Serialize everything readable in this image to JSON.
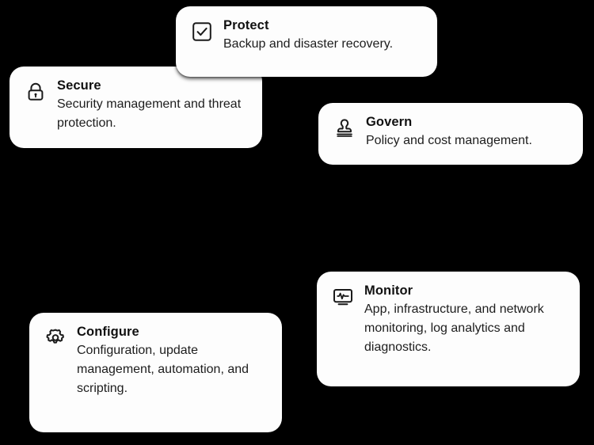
{
  "canvas": {
    "background_color": "#000000",
    "card_background_color": "#fdfdfd",
    "text_color": "#111111",
    "icon_color": "#1b1b1b"
  },
  "cards": [
    {
      "id": "protect",
      "title": "Protect",
      "description": "Backup and disaster recovery.",
      "icon": "checkbox-checked-icon"
    },
    {
      "id": "secure",
      "title": "Secure",
      "description": "Security management and threat protection.",
      "icon": "lock-icon"
    },
    {
      "id": "govern",
      "title": "Govern",
      "description": "Policy and cost management.",
      "icon": "stamp-icon"
    },
    {
      "id": "monitor",
      "title": "Monitor",
      "description": "App, infrastructure, and network monitoring, log analytics and diagnostics.",
      "icon": "monitor-pulse-icon"
    },
    {
      "id": "configure",
      "title": "Configure",
      "description": "Configuration, update management, automation, and scripting.",
      "icon": "gear-icon"
    }
  ]
}
